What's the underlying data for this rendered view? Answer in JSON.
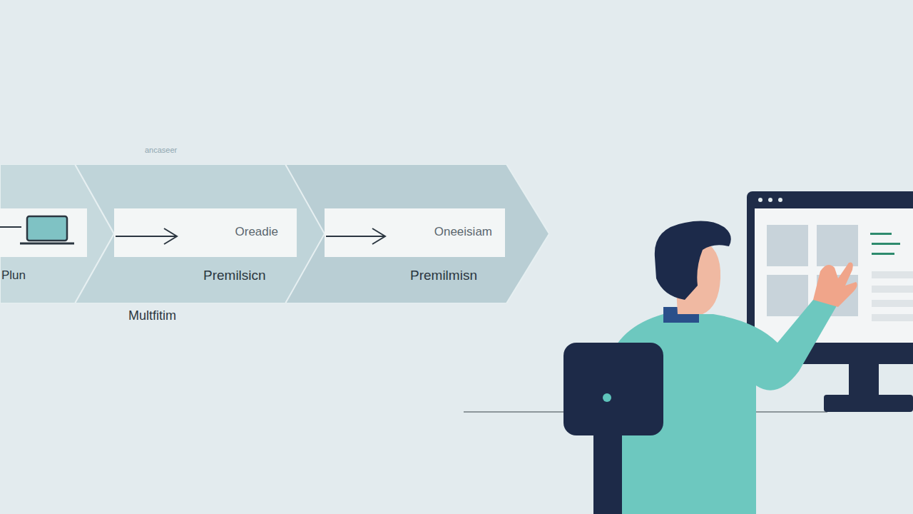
{
  "diagram": {
    "nodes": [
      {
        "text": [
          "Plun"
        ]
      },
      {
        "text": [
          "Premilsicn"
        ]
      },
      {
        "text": [
          "Oreadie"
        ],
        "in": 1
      },
      {
        "text": [
          "Premilmisn"
        ]
      },
      {
        "text": [
          "Oneeisiam"
        ],
        "in": 3
      }
    ],
    "labels": [
      "ancaseer",
      "Multfitim"
    ]
  }
}
